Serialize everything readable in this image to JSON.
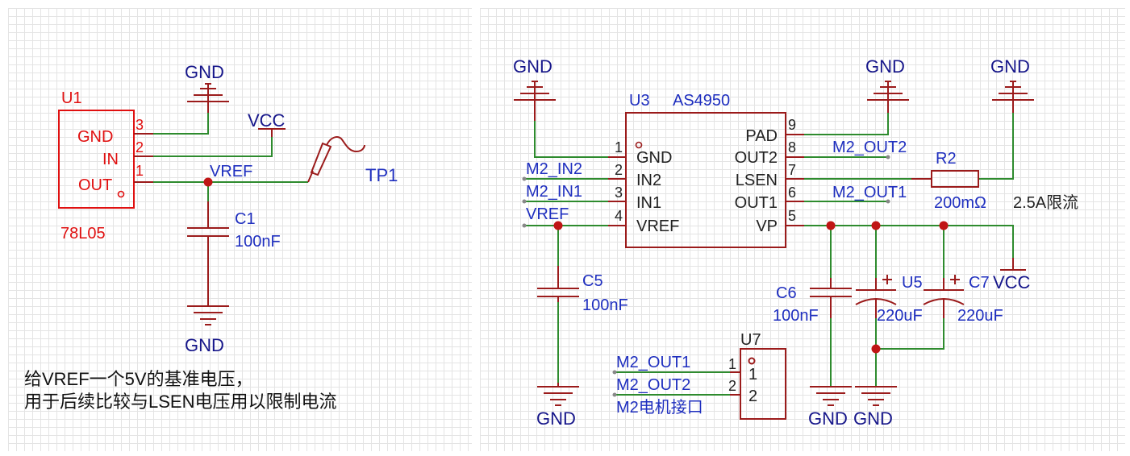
{
  "colors": {
    "component": "#9b1b1b",
    "wire": "#2e8b2e",
    "net_label": "#1f2fbf",
    "power_label": "#16168a",
    "u1": "#e01010"
  },
  "left": {
    "u1": {
      "ref": "U1",
      "value": "78L05",
      "pin_names": [
        "GND",
        "IN",
        "OUT"
      ],
      "pin_numbers": [
        "3",
        "2",
        "1"
      ]
    },
    "gnd_top": "GND",
    "gnd_bottom": "GND",
    "vcc": "VCC",
    "vref": "VREF",
    "tp1": "TP1",
    "c1": {
      "ref": "C1",
      "value": "100nF"
    },
    "note_line1": "给VREF一个5V的基准电压，",
    "note_line2": "用于后续比较与LSEN电压用以限制电流"
  },
  "right": {
    "u3": {
      "ref": "U3",
      "value": "AS4950",
      "left_pins": [
        {
          "num": "1",
          "name": "GND"
        },
        {
          "num": "2",
          "name": "IN2"
        },
        {
          "num": "3",
          "name": "IN1"
        },
        {
          "num": "4",
          "name": "VREF"
        }
      ],
      "right_pins": [
        {
          "num": "9",
          "name": "PAD"
        },
        {
          "num": "8",
          "name": "OUT2"
        },
        {
          "num": "7",
          "name": "LSEN"
        },
        {
          "num": "6",
          "name": "OUT1"
        },
        {
          "num": "5",
          "name": "VP"
        }
      ]
    },
    "gnd_a": "GND",
    "gnd_b": "GND",
    "gnd_c": "GND",
    "gnd_d": "GND",
    "gnd_e": "GND",
    "gnd_f": "GND",
    "net_m2_in2": "M2_IN2",
    "net_m2_in1": "M2_IN1",
    "net_vref": "VREF",
    "net_m2_out2": "M2_OUT2",
    "net_m2_out1": "M2_OUT1",
    "r2": {
      "ref": "R2",
      "value": "200mΩ",
      "note": "2.5A限流"
    },
    "c5": {
      "ref": "C5",
      "value": "100nF"
    },
    "c6": {
      "ref": "C6",
      "value": "100nF"
    },
    "u5": {
      "ref": "U5",
      "value": "220uF"
    },
    "c7": {
      "ref": "C7",
      "value": "220uF"
    },
    "vcc": "VCC",
    "u7": {
      "ref": "U7",
      "pin_numbers": [
        "1",
        "2"
      ],
      "pin_names": [
        "1",
        "2"
      ],
      "nets": [
        "M2_OUT1",
        "M2_OUT2"
      ],
      "label": "M2电机接口"
    }
  }
}
